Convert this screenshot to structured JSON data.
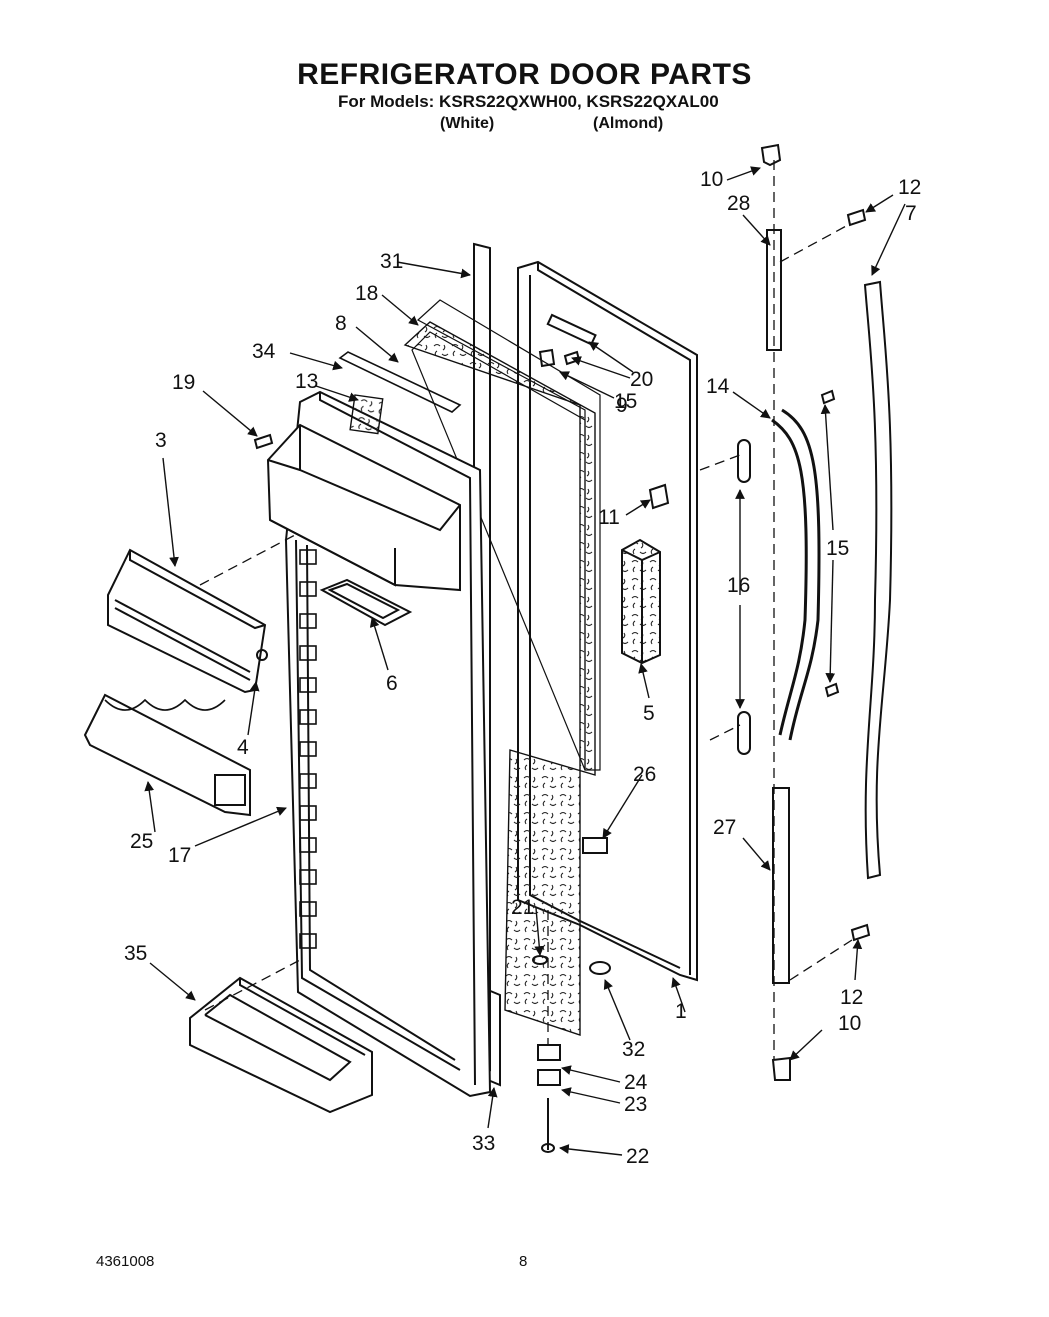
{
  "header": {
    "title": "REFRIGERATOR DOOR PARTS",
    "subtitle": "For Models: KSRS22QXWH00, KSRS22QXAL00",
    "color_white": "(White)",
    "color_almond": "(Almond)"
  },
  "footer": {
    "doc_number": "4361008",
    "page_number": "8"
  },
  "callouts": [
    "1",
    "3",
    "4",
    "5",
    "6",
    "7",
    "8",
    "9",
    "10",
    "10",
    "11",
    "12",
    "12",
    "13",
    "14",
    "15",
    "15",
    "16",
    "17",
    "18",
    "19",
    "20",
    "21",
    "22",
    "23",
    "24",
    "25",
    "26",
    "27",
    "28",
    "31",
    "32",
    "33",
    "34",
    "35"
  ],
  "colors": {
    "ink": "#111111",
    "background": "#ffffff"
  }
}
